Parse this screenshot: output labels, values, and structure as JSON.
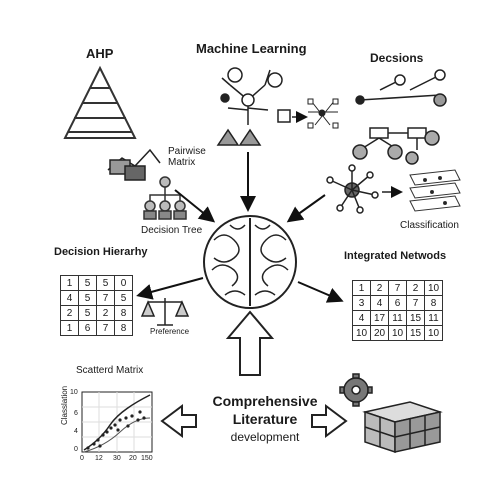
{
  "titles": {
    "ahp": "AHP",
    "machine_learning": "Machine Learning",
    "decisions": "Decsions",
    "classification": "Classification",
    "pairwise": "Pairwise\nMatrix",
    "decision_tree": "Decision Tree",
    "decision_hierarchy": "Decision Hierarhy",
    "integrated_networks": "Integrated Netwods",
    "preference": "Preference",
    "scattered_matrix": "Scatterd Matrix",
    "center_line1": "Comprehensive",
    "center_line2": "Literature",
    "center_line3": "development"
  },
  "decision_hierarchy_matrix": [
    [
      "1",
      "5",
      "5",
      "0"
    ],
    [
      "4",
      "5",
      "7",
      "5"
    ],
    [
      "2",
      "5",
      "2",
      "8"
    ],
    [
      "1",
      "6",
      "7",
      "8"
    ]
  ],
  "integrated_matrix": [
    [
      "1",
      "2",
      "7",
      "2",
      "10"
    ],
    [
      "3",
      "4",
      "6",
      "7",
      "8"
    ],
    [
      "4",
      "17",
      "11",
      "15",
      "11"
    ],
    [
      "10",
      "20",
      "10",
      "15",
      "10"
    ]
  ],
  "scatter_plot": {
    "ylabel": "Classlation",
    "xticks": [
      "0",
      "12",
      "30",
      "20",
      "150"
    ],
    "yticks": [
      "10",
      "6",
      "4",
      "0"
    ]
  }
}
